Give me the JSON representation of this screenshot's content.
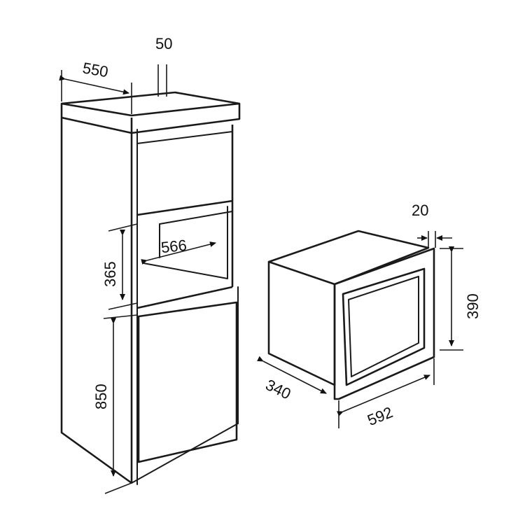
{
  "cabinet": {
    "depth": "550",
    "vent": "50",
    "niche_width": "566",
    "niche_height": "365",
    "base_height": "850"
  },
  "appliance": {
    "frame": "20",
    "height": "390",
    "depth": "340",
    "width": "592"
  }
}
